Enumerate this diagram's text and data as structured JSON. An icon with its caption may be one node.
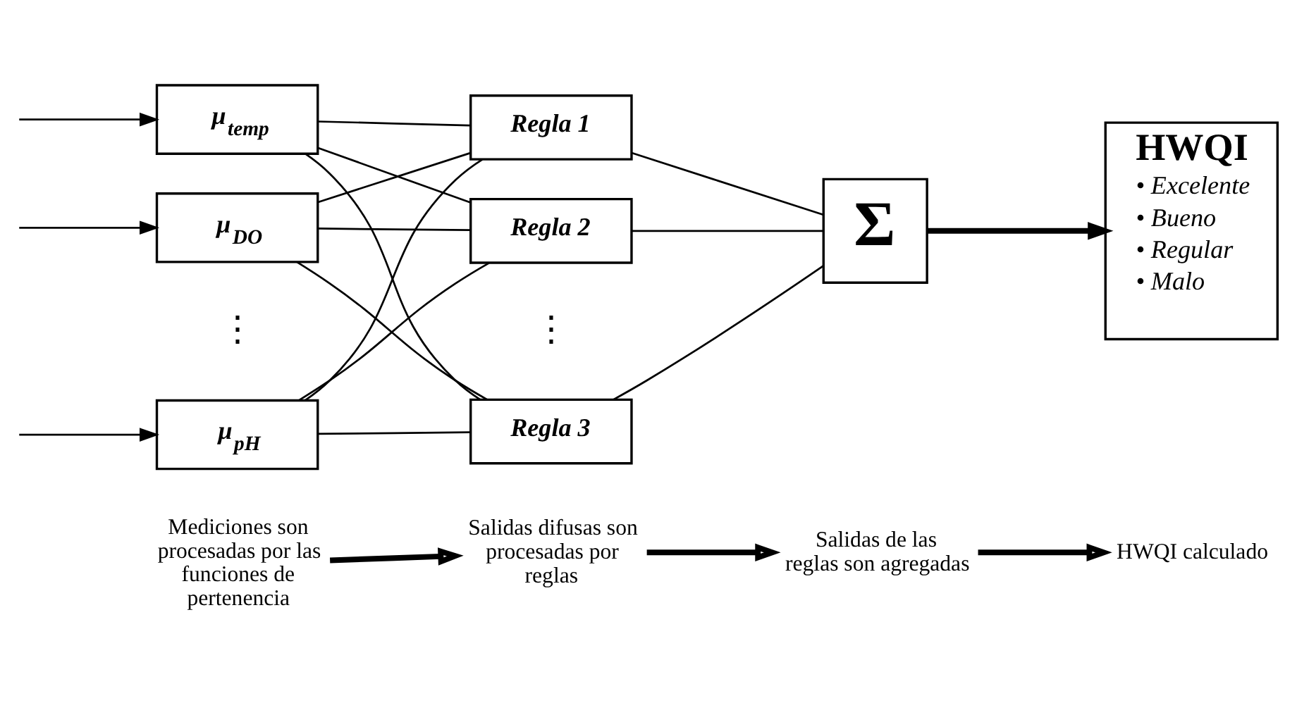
{
  "diagram": {
    "nodes": [
      {
        "text": [
          "μ$_{temp}$"
        ]
      },
      {
        "text": [
          "μ$_{DO}$"
        ]
      },
      {
        "text": [
          "μ$_{pH}$"
        ]
      },
      {
        "text": [
          "Regla 1"
        ]
      },
      {
        "text": [
          "Regla 2"
        ]
      },
      {
        "text": [
          "Regla 3"
        ]
      },
      {
        "text": [
          "Σ"
        ]
      },
      {
        "text": [
          "HWQI",
          "• Excelente",
          "• Bueno",
          "• Regular",
          "• Malo"
        ]
      },
      {
        "text": [
          "Mediciones son procesadas por las funciones de pertenencia"
        ]
      },
      {
        "text": [
          "Salidas difusas son procesadas por reglas"
        ]
      },
      {
        "text": [
          "Salidas de las reglas son agregadas"
        ]
      },
      {
        "text": [
          "HWQI calculado"
        ]
      }
    ],
    "edges": [
      {
        "from": null,
        "to": 0,
        "arrow": "to"
      },
      {
        "from": null,
        "to": 1,
        "arrow": "to"
      },
      {
        "from": null,
        "to": 2,
        "arrow": "to"
      },
      {
        "from": 0,
        "to": 3,
        "arrow": "none"
      },
      {
        "from": 0,
        "to": 4,
        "arrow": "none"
      },
      {
        "from": 0,
        "to": 5,
        "arrow": "none"
      },
      {
        "from": 1,
        "to": 3,
        "arrow": "none"
      },
      {
        "from": 1,
        "to": 4,
        "arrow": "none"
      },
      {
        "from": 1,
        "to": 5,
        "arrow": "none"
      },
      {
        "from": 2,
        "to": 3,
        "arrow": "none"
      },
      {
        "from": 2,
        "to": 4,
        "arrow": "none"
      },
      {
        "from": 2,
        "to": 5,
        "arrow": "none"
      },
      {
        "from": 3,
        "to": 6,
        "arrow": "none"
      },
      {
        "from": 4,
        "to": 6,
        "arrow": "none"
      },
      {
        "from": 5,
        "to": 6,
        "arrow": "none"
      },
      {
        "from": 6,
        "to": 7,
        "arrow": "to",
        "style": "thick"
      },
      {
        "from": 8,
        "to": 9,
        "arrow": "to",
        "style": "thick"
      },
      {
        "from": 9,
        "to": 10,
        "arrow": "to",
        "style": "thick"
      },
      {
        "from": 10,
        "to": 11,
        "arrow": "to",
        "style": "thick"
      }
    ],
    "labels": [
      "⋮",
      "⋮"
    ]
  }
}
